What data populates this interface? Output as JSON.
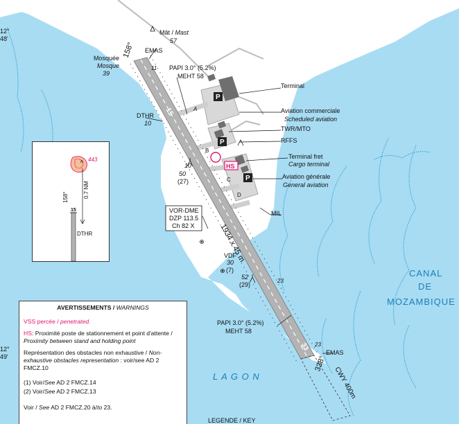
{
  "colors": {
    "water": "#a8dcf3",
    "land": "#ffffff",
    "runway": "#b5b5b5",
    "apron": "#d8d8d8",
    "building": "#777777",
    "highlight": "#e0156d",
    "reef": "#3fa6d3"
  },
  "edge_labels": {
    "lat1": "12°",
    "lat1b": "48'",
    "lat2": "12°",
    "lat2b": "49'"
  },
  "runway": {
    "thr_north": "15",
    "thr_south": "33",
    "heading_north": "158°",
    "heading_south": "338°",
    "dimensions": "1934 x 45 m",
    "num_11": "11",
    "num_23": "23",
    "num_23b": "23"
  },
  "labels": {
    "mosque": "Mosquée",
    "mosque_en": "Mosque",
    "mosque_elev": "39",
    "mast": "Mât / ",
    "mast_en": "Mast",
    "mast_elev": "57",
    "emas_north": "EMAS",
    "emas_south": "EMAS",
    "papi_north": "PAPI 3.0° (5.2%)",
    "meht_north": "MEHT 58",
    "papi_south": "PAPI 3.0° (5.2%)",
    "meht_south": "MEHT 58",
    "dthr": "DTHR",
    "dthr_val": "10",
    "terminal": "Terminal",
    "aviation_commerciale": "Aviation commerciale",
    "scheduled": "Scheduled aviation",
    "twr": "TWR/MTO",
    "rffs": "RFFS",
    "terminal_fret": "Terminal fret",
    "cargo": "Cargo terminal",
    "aviation_generale": "Aviation générale",
    "general": "General aviation",
    "mil": "MIL",
    "hs": "HS",
    "twy_a": "A",
    "twy_b": "B",
    "twy_c": "C",
    "twy_d": "D",
    "obst_10": "10",
    "obst_50": "50",
    "obst_27": "(27)",
    "vor_line1": "VOR-DME",
    "vor_line2": "DZP 113.5",
    "vor_line3": "Ch 82 X",
    "vdf": "VDF",
    "vdf_30": "30",
    "vdf_7": "(7)",
    "obst_52": "52",
    "obst_29": "(29)",
    "cwy": "CWY 400m",
    "lagon": "L A G O N",
    "canal1": "CANAL",
    "canal2": "DE",
    "canal3": "MOZAMBIQUE"
  },
  "inset": {
    "elev": "443",
    "heading": "158°",
    "distance": "0.7 NM",
    "dthr": "DTHR",
    "thr": "15"
  },
  "warnings": {
    "title": "AVERTISSEMENTS / ",
    "title_en": "WARNINGS",
    "vss": "VSS percée / ",
    "vss_en": "penetrated.",
    "hs_key": "HS",
    "hs_fr": ": Proximité poste de stationnement et point d'attente / ",
    "hs_en": "Proximity between stand and holding point",
    "obst_fr": "Représentation des obstacles non exhaustive / ",
    "obst_en": "Non-exhaustive obstacles representation",
    "obst_ref": " : voir/see AD 2 FMCZ.10",
    "ref1_a": "(1) Voir/",
    "ref1_b": "See",
    "ref1_c": " AD 2 FMCZ.14",
    "ref2_a": "(2) Voir/",
    "ref2_b": "See",
    "ref2_c": " AD 2 FMCZ.13",
    "ref3_a": "Voir / ",
    "ref3_b": "See",
    "ref3_c": " AD 2 FMCZ.20 à/",
    "ref3_d": "to",
    "ref3_e": " 23."
  },
  "legend": {
    "title": "LEGENDE / KEY"
  }
}
